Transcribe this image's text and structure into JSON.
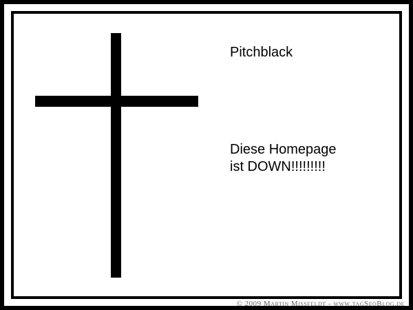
{
  "page": {
    "title": "Pitchblack",
    "message_line1": "Diese Homepage",
    "message_line2": "ist DOWN!!!!!!!!!"
  },
  "graphic": {
    "icon": "cross-icon",
    "color": "#000000"
  },
  "footer": {
    "credit": "© 2009 Martin Missfeldt - www.tagSeoBlog.de"
  }
}
